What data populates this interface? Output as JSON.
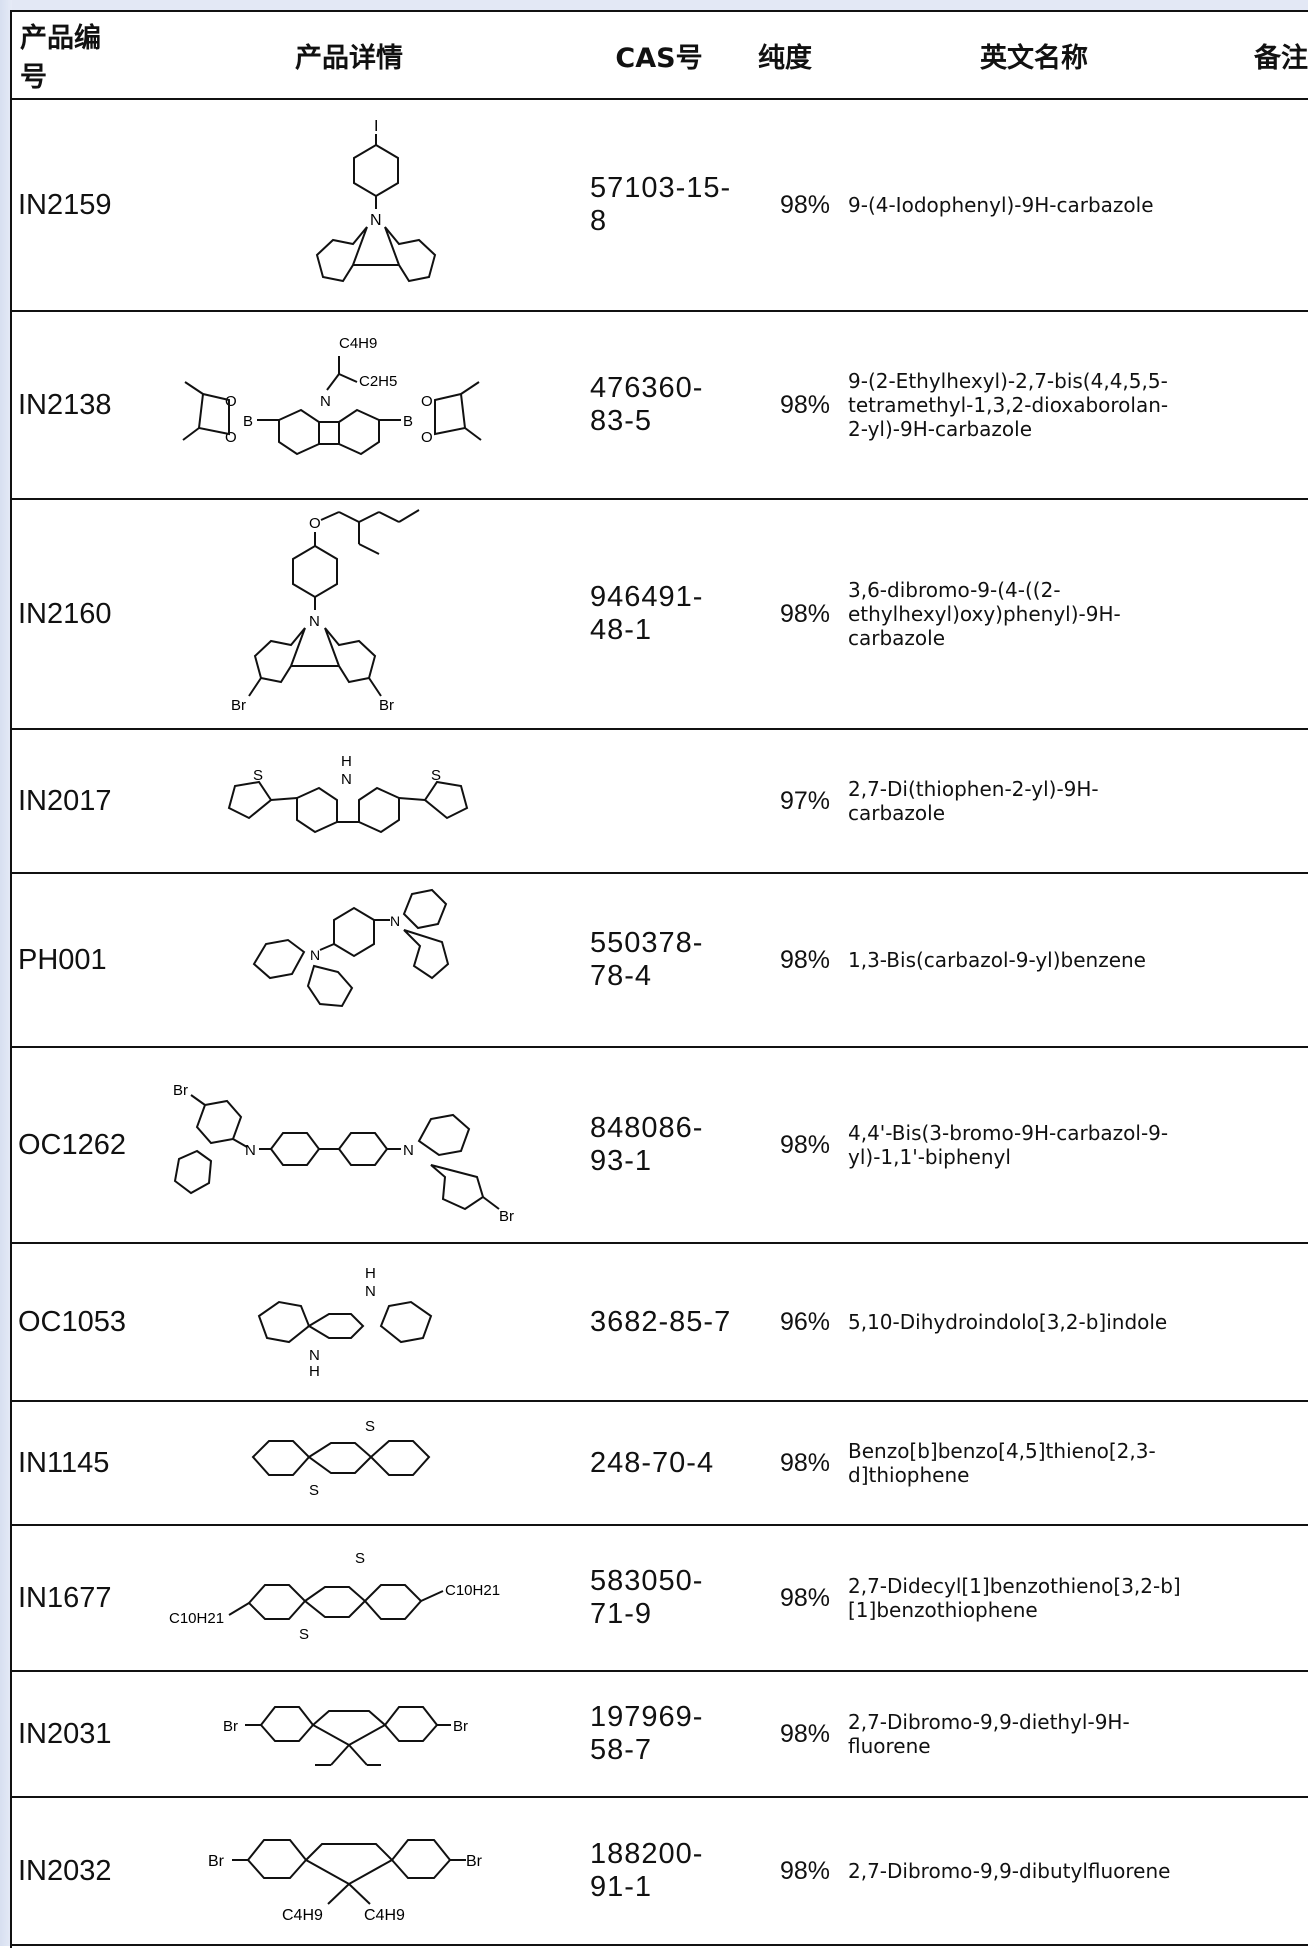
{
  "headers": {
    "code": "产品编号",
    "detail": "产品详情",
    "cas": "CAS号",
    "purity": "纯度",
    "english": "英文名称",
    "note": "备注"
  },
  "rows": [
    {
      "code": "IN2159",
      "cas": "57103-15-8",
      "purity": "98%",
      "name": "9-(4-Iodophenyl)-9H-carbazole",
      "labels": {
        "atom1": "I",
        "atom2": "N"
      }
    },
    {
      "code": "IN2138",
      "cas": "476360-83-5",
      "purity": "98%",
      "name": "9-(2-Ethylhexyl)-2,7-bis(4,4,5,5-tetramethyl-1,3,2-dioxaborolan-2-yl)-9H-carbazole",
      "labels": {
        "butyl": "C4H9",
        "ethyl": "C2H5",
        "n": "N",
        "b": "B",
        "o": "O"
      }
    },
    {
      "code": "IN2160",
      "cas": "946491-48-1",
      "purity": "98%",
      "name": "3,6-dibromo-9-(4-((2-ethylhexyl)oxy)phenyl)-9H-carbazole",
      "labels": {
        "o": "O",
        "n": "N",
        "br": "Br"
      }
    },
    {
      "code": "IN2017",
      "cas": "",
      "purity": "97%",
      "name": "2,7-Di(thiophen-2-yl)-9H-carbazole",
      "labels": {
        "nh": "H",
        "n": "N",
        "s": "S"
      }
    },
    {
      "code": "PH001",
      "cas": "550378-78-4",
      "purity": "98%",
      "name": "1,3-Bis(carbazol-9-yl)benzene",
      "labels": {
        "n": "N"
      }
    },
    {
      "code": "OC1262",
      "cas": "848086-93-1",
      "purity": "98%",
      "name": "4,4'-Bis(3-bromo-9H-carbazol-9-yl)-1,1'-biphenyl",
      "labels": {
        "n": "N",
        "br": "Br"
      }
    },
    {
      "code": "OC1053",
      "cas": "3682-85-7",
      "purity": "96%",
      "name": "5,10-Dihydroindolo[3,2-b]indole",
      "labels": {
        "n": "N",
        "h": "H"
      }
    },
    {
      "code": "IN1145",
      "cas": "248-70-4",
      "purity": "98%",
      "name": "Benzo[b]benzo[4,5]thieno[2,3-d]thiophene",
      "labels": {
        "s": "S"
      }
    },
    {
      "code": "IN1677",
      "cas": "583050-71-9",
      "purity": "98%",
      "name": "2,7-Didecyl[1]benzothieno[3,2-b][1]benzothiophene",
      "labels": {
        "s": "S",
        "decyl": "C10H21"
      }
    },
    {
      "code": "IN2031",
      "cas": "197969-58-7",
      "purity": "98%",
      "name": "2,7-Dibromo-9,9-diethyl-9H-fluorene",
      "labels": {
        "br": "Br"
      }
    },
    {
      "code": "IN2032",
      "cas": "188200-91-1",
      "purity": "98%",
      "name": "2,7-Dibromo-9,9-dibutylfluorene",
      "labels": {
        "br": "Br",
        "butyl": "C4H9"
      }
    }
  ]
}
